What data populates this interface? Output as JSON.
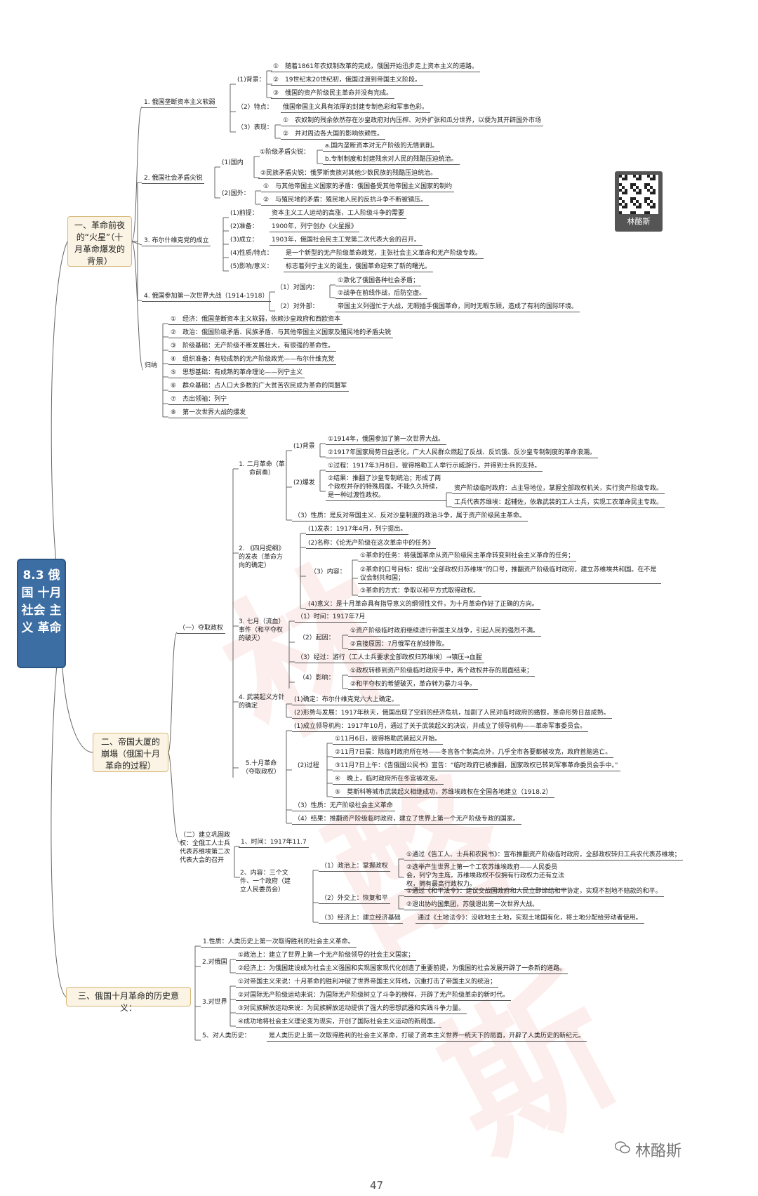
{
  "root": {
    "label": "8.3 俄国 十月 社会 主义 革命"
  },
  "qr": {
    "caption": "林酪斯"
  },
  "watermark": {
    "text": "林酪斯"
  },
  "page_number": "47",
  "s1": {
    "title": "一、革命前夜的“火星”（十月革命爆发的背景）",
    "b1": {
      "label": "1. 俄国垄断资本主义软弱",
      "bg": {
        "label": "(1)背景：",
        "items": [
          "①　随着1861年农奴制改革的完成，俄国开始迅步走上资本主义的道路。",
          "②　19世纪末20世纪初，俄国过渡到帝国主义阶段。",
          "③　俄国的资产阶级民主革命并没有完成。"
        ]
      },
      "tz": {
        "label": "（2）特点：",
        "text": "俄国帝国主义具有浓厚的封建专制色彩和军事色彩。"
      },
      "bx": {
        "label": "（3）表现：",
        "items": [
          "①　农奴制的残余依然存在沙皇政府对内压榨、对外扩张和瓜分世界，以便为其开辟国外市场",
          "②　并对周边各大国的影响依赖性。"
        ]
      }
    },
    "b2": {
      "label": "2. 俄国社会矛盾尖锐",
      "gn": {
        "label": "(1)国内",
        "a": {
          "label": "①阶级矛盾尖锐：",
          "items": [
            "a.国内垄断资本对无产阶级的无情剥削。",
            "b.专制制度和封建残余对人民的残酷压迫统治。"
          ]
        },
        "b": "②民族矛盾尖锐：俄罗斯贵族对其他少数民族的残酷压迫统治。"
      },
      "gw": {
        "label": "(2)国外：",
        "items": [
          "①　与其他帝国主义国家的矛盾：俄国备受其他帝国主义国家的制约",
          "②　与殖民地的矛盾：殖民地人民的反抗斗争不断被镇压。"
        ]
      }
    },
    "b3": {
      "label": "3. 布尔什维克党的成立",
      "items": [
        {
          "label": "(1)前提：",
          "text": "资本主义工人运动的高涨，工人阶级斗争的需要"
        },
        {
          "label": "(2)准备：",
          "text": "1900年，列宁创办《火星报》"
        },
        {
          "label": "(3)成立：",
          "text": "1903年，俄国社会民主工党第二次代表大会的召开。"
        },
        {
          "label": "(4)性质/特点：",
          "text": "是一个新型的无产阶级革命政党，主张社会主义革命和无产阶级专政。"
        },
        {
          "label": "(5)影响/意义：",
          "text": "标志着列宁主义的诞生，俄国革命迎来了新的曙光。"
        }
      ]
    },
    "b4": {
      "label": "4. 俄国参加第一次世界大战（1914-1918）",
      "dn": {
        "label": "（1）对国内：",
        "items": [
          "①激化了俄国各种社会矛盾；",
          "②战争在前线作战，后防空虚。"
        ]
      },
      "dw": {
        "label": "（2）对外部：",
        "text": "帝国主义列强忙于大战，无暇插手俄国革命，同时无暇东顾，造成了有利的国际环境。"
      }
    },
    "gn": {
      "label": "归纳",
      "items": [
        "①　经济：俄国垄断资本主义软弱，依赖沙皇政府和西欧资本",
        "②　政治：俄国阶级矛盾、民族矛盾、与其他帝国主义国家及殖民地的矛盾尖锐",
        "③　阶级基础：无产阶级不断发展壮大，有很强的革命性。",
        "④　组织准备：有较成熟的无产阶级政党——布尔什维克党",
        "⑤　思想基础：有成熟的革命理论——列宁主义",
        "⑥　群众基础：占人口大多数的广大贫苦农民成为革命的同盟军",
        "⑦　杰出领袖：列宁",
        "⑧　第一次世界大战的爆发"
      ]
    }
  },
  "s2": {
    "title": "二、帝国大厦的崩塌（俄国十月革命的过程）",
    "p1": {
      "label": "（一）夺取政权",
      "c1": {
        "label": "1. 二月革命（革命前奏）",
        "bj": {
          "label": "(1)背景",
          "items": [
            "①1914年，俄国参加了第一次世界大战。",
            "②1917年国家局势日益恶化，广大人民群众燃起了反战、反饥饿、反沙皇专制制度的革命浪潮。"
          ]
        },
        "bf": {
          "label": "(2)爆发",
          "gc": "①过程：1917年3月8日，彼得格勒工人举行示威游行，并得到士兵的支持。",
          "jg": "②结果：推翻了沙皇专制统治；形成了两个政权并存的特殊局面。不能久久持续，是一种过渡性政权。",
          "dual": [
            "资产阶级临时政府：占主导地位，掌握全部政权机关，实行资产阶级专政。",
            "工兵代表苏维埃：起辅佐，依靠武装的工人士兵，实现工农革命民主专政。"
          ]
        },
        "xz": "（3）性质：是反对帝国主义、反对沙皇制度的政治斗争，属于资产阶级民主革命。"
      },
      "c2": {
        "label": "2. 《四月提纲》的发表（革命方向的确定）",
        "fb": "(1)发表：1917年4月，列宁提出。",
        "mc": "(2)名称：《论无产阶级在这次革命中的任务》",
        "nr": {
          "label": "（3）内容：",
          "items": [
            "①革命的任务：将俄国革命从资产阶级民主革命转变到社会主义革命的任务；",
            "②革命的口号目标：提出“全部政权归苏维埃”的口号，推翻资产阶级临时政府，建立苏维埃共和国。在不是议会制共和国；",
            "③革命的方式：争取以和平方式取得政权。"
          ]
        },
        "yy": "(4)意义：是十月革命具有指导意义的纲领性文件，为十月革命作好了正确的方向。"
      },
      "c3": {
        "label": "3. 七月（流血）事件（和平夺权的破灭）",
        "sj": "（1）时间：1917年7月",
        "qy": {
          "label": "（2）起因：",
          "items": [
            "①资产阶级临时政府继续进行帝国主义战争，引起人民的强烈不满。",
            "②直接原因：7月俄军在前线惨败。"
          ]
        },
        "jg": "（3）经过：游行（工人士兵要求全部政权归苏维埃）→镇压→血腥",
        "yx": {
          "label": "（4）影响：",
          "items": [
            "①政权转移到资产阶级临时政府手中，两个政权并存的局面结束；",
            "②和平夺权的希望破灭，革命转为暴力斗争。"
          ]
        }
      },
      "c4": {
        "label": "4. 武装起义方针的确定",
        "items": [
          "(1)确定：布尔什维克党六大上确定。",
          "(2)形势与发展：1917年秋天，俄国出现了空前的经济危机，加剧了人民对临时政府的痛恨，革命形势日益成熟。"
        ]
      },
      "c5": {
        "label": "5.十月革命（夺取政权）",
        "ss": "(1)成立领导机构：1917年10月，通过了关于武装起义的决议，并成立了领导机构——革命军事委员会。",
        "jg": {
          "label": "(2)过程",
          "items": [
            "①11月6日，彼得格勒武装起义开始。",
            "②11月7日晨：除临时政府所在地——冬宫各个制高点外，几乎全市各要都被攻克，政府首脑逃亡。",
            "③11月7日上午：《告俄国公民书》宣告：“临时政府已被推翻，国家政权已转到军事革命委员会手中。”",
            "④　晚上，临时政府所在冬宫被攻克。",
            "⑤　莫斯科等城市武装起义相继成功，苏维埃政权在全国各地建立（1918.2）"
          ]
        },
        "xz": "（3）性质：无产阶级社会主义革命",
        "jj": "（4）结果：推翻资产阶级临时政府，建立了世界上第一个无产阶级专政的国家。"
      }
    },
    "p2": {
      "label": "（二）建立巩固政权：全俄工人士兵代表苏维埃第二次代表大会的召开",
      "sj": "1、时间：1917年11.7",
      "nr": {
        "label": "2、内容：三个文件、一个政府（建立人民委员会）",
        "zz": {
          "label": "（1）政治上：掌握政权",
          "items": [
            "①通过《告工人、士兵和农民书》：宣布推翻资产阶级临时政府，全部政权转归工兵农代表苏维埃；",
            "②选举产生世界上第一个工农苏维埃政府——人民委员会，列宁为主席。苏维埃政权不仅拥有行政权力还有立法权，拥有最高行政权力。"
          ]
        },
        "wj": {
          "label": "（2）外交上：恢复和平",
          "items": [
            "①通过《和平法令》：建议交战国政府和人民立即缔结和平协定，实现不割地不赔款的和平。",
            "②退出协约国集团，苏俄退出第一次世界大战。"
          ]
        },
        "jj": {
          "label": "（3）经济上：建立经济基础",
          "text": "通过《土地法令》：没收地主土地，实现土地国有化，将土地分配给劳动者使用。"
        }
      }
    }
  },
  "s3": {
    "title": "三、俄国十月革命的历史意义：",
    "sx": "1.性质：人类历史上第一次取得胜利的社会主义革命。",
    "eg": {
      "label": "2.对俄国",
      "items": [
        "①政治上：建立了世界上第一个无产阶级领导的社会主义国家；",
        "②经济上：为俄国建设成为社会主义强国和实现国家现代化创造了重要前提，为俄国的社会发展开辟了一条新的道路。"
      ]
    },
    "sj": {
      "label": "3.对世界",
      "items": [
        "①对帝国主义来说：十月革命的胜利冲破了世界帝国主义阵线，沉重打击了帝国主义的统治；",
        "②对国际无产阶级运动来说：为国际无产阶级树立了斗争的榜样，开辟了无产阶级革命的新时代。",
        "③对民族解放运动来说：为民族解放运动提供了强大的思想武器和实践斗争力量。",
        "④成功地将社会主义理论变为现实，开创了国际社会主义运动的新局面。"
      ]
    },
    "rl": {
      "label": "5、对人类历史：",
      "text": "是人类历史上第一次取得胜利的社会主义革命，打破了资本主义世界一统天下的局面，开辟了人类历史的新纪元。"
    }
  }
}
